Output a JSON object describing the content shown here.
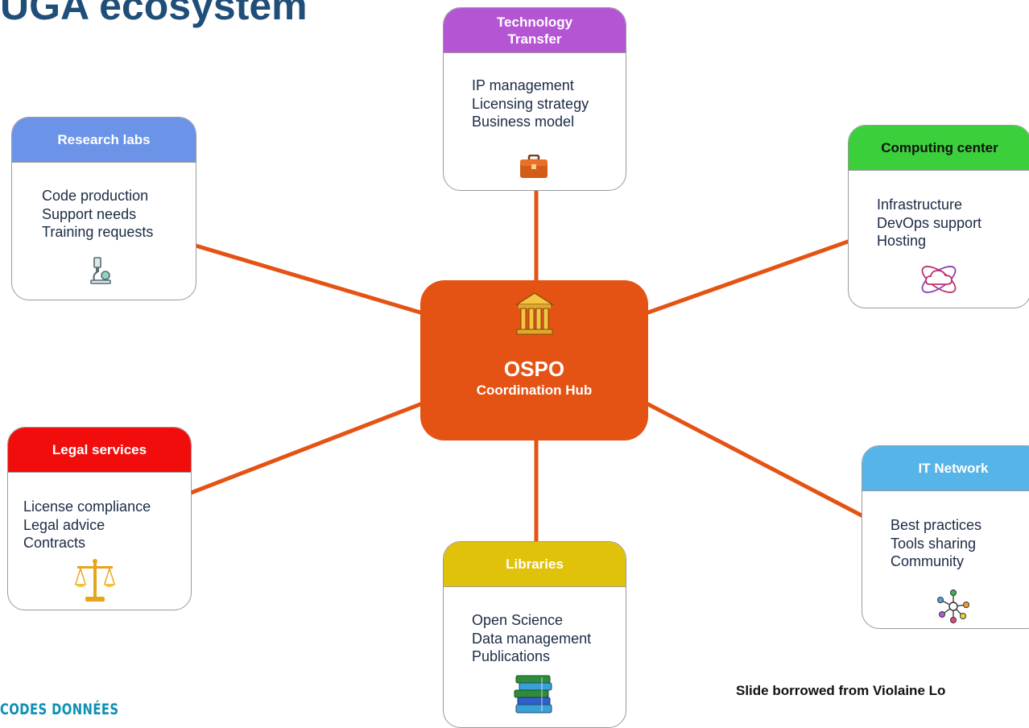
{
  "title": "UGA ecosystem",
  "hub": {
    "title": "OSPO",
    "subtitle": "Coordination Hub",
    "icon": "museum-building-icon"
  },
  "nodes": {
    "tech": {
      "header": "Technology\nTransfer",
      "color": "#b456d4",
      "items": [
        "IP management",
        "Licensing strategy",
        "Business model"
      ],
      "icon": "briefcase-icon"
    },
    "research": {
      "header": "Research labs",
      "color": "#6b93e8",
      "items": [
        "Code production",
        "Support needs",
        "Training requests"
      ],
      "icon": "microscope-icon"
    },
    "computing": {
      "header": "Computing center",
      "color": "#3ccf3c",
      "items": [
        "Infrastructure",
        "DevOps support",
        "Hosting"
      ],
      "icon": "cloud-atom-icon"
    },
    "legal": {
      "header": "Legal services",
      "color": "#f20d0d",
      "items": [
        "License compliance",
        "Legal advice",
        "Contracts"
      ],
      "icon": "scales-icon"
    },
    "network": {
      "header": "IT Network",
      "color": "#56b4e9",
      "items": [
        "Best practices",
        "Tools sharing",
        "Community"
      ],
      "icon": "network-nodes-icon"
    },
    "libraries": {
      "header": "Libraries",
      "color": "#e0c20a",
      "items": [
        "Open Science",
        "Data management",
        "Publications"
      ],
      "icon": "books-icon"
    }
  },
  "connector_color": "#e55314",
  "credit": "Slide borrowed from Violaine Lo",
  "footer_logo": "CODES DONNÉES"
}
